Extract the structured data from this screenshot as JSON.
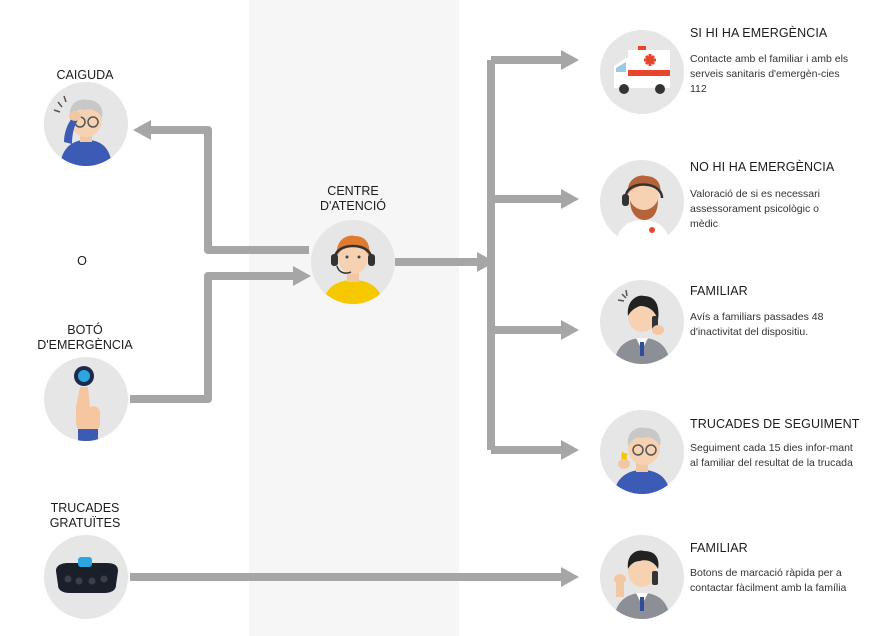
{
  "left": {
    "caiguda": "CAIGUDA",
    "o": "O",
    "boto": "BOTÓ\nD'EMERGÈNCIA",
    "trucades": "TRUCADES\nGRATUÏTES"
  },
  "center": {
    "label": "CENTRE\nD'ATENCIÓ"
  },
  "outcomes": [
    {
      "title": "SI HI HA EMERGÈNCIA",
      "desc": "Contacte amb el familiar i amb els serveis sanitaris d'emergèn-cies 112"
    },
    {
      "title": "NO HI HA EMERGÈNCIA",
      "desc": "Valoració de si es necessari assessorament psicològic o mèdic"
    },
    {
      "title": "FAMILIAR",
      "desc": "Avís a familiars passades 48 d'inactivitat del dispositiu."
    },
    {
      "title": "TRUCADES DE SEGUIMENT",
      "desc": "Seguiment cada 15 dies infor-mant al familiar del resultat de la trucada"
    },
    {
      "title": "FAMILIAR",
      "desc": "Botons de marcació ràpida per a contactar fàcilment amb la família"
    }
  ],
  "colors": {
    "arrow": "#a6a6a6",
    "circle": "#e6e6e6",
    "band": "#f6f6f6",
    "accent_yellow": "#f5c800",
    "ambulance_red": "#e8452c"
  },
  "icons": [
    "fallen-elder-icon",
    "emergency-button-icon",
    "phone-keypad-icon",
    "operator-icon",
    "ambulance-icon",
    "doctor-icon",
    "businesswoman-phone-icon",
    "elder-phone-icon",
    "businessman-phone-icon"
  ]
}
